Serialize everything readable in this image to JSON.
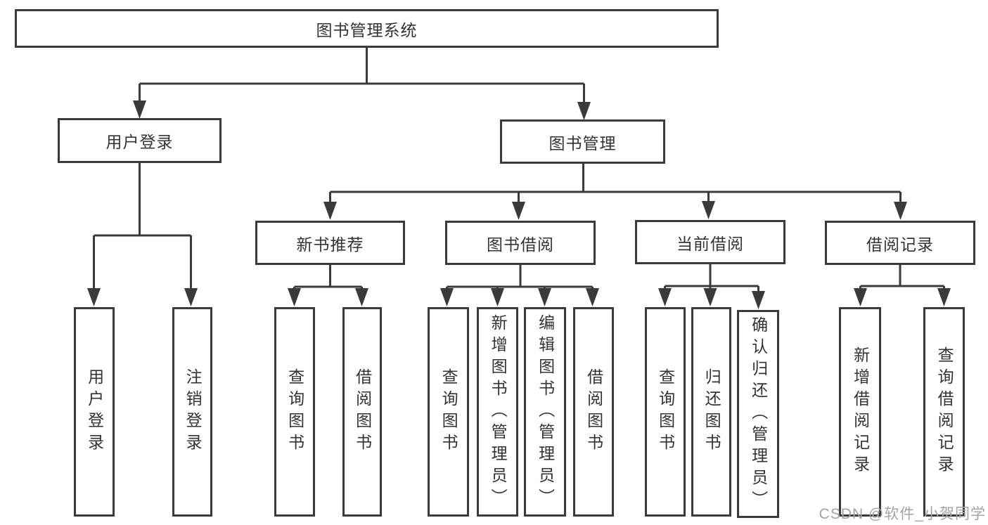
{
  "tree": {
    "root": {
      "label": "图书管理系统",
      "children": [
        {
          "label": "用户登录",
          "children": [
            {
              "label": "用户登录"
            },
            {
              "label": "注销登录"
            }
          ]
        },
        {
          "label": "图书管理",
          "children": [
            {
              "label": "新书推荐",
              "children": [
                {
                  "label": "查询图书"
                },
                {
                  "label": "借阅图书"
                }
              ]
            },
            {
              "label": "图书借阅",
              "children": [
                {
                  "label": "查询图书"
                },
                {
                  "label": "新增图书（管理员）"
                },
                {
                  "label": "编辑图书（管理员）"
                },
                {
                  "label": "借阅图书"
                }
              ]
            },
            {
              "label": "当前借阅",
              "children": [
                {
                  "label": "查询图书"
                },
                {
                  "label": "归还图书"
                },
                {
                  "label": "确认归还（管理员）"
                }
              ]
            },
            {
              "label": "借阅记录",
              "children": [
                {
                  "label": "新增借阅记录"
                },
                {
                  "label": "查询借阅记录"
                }
              ]
            }
          ]
        }
      ]
    }
  },
  "watermark": {
    "text": "CSDN @软件_小贺同学"
  },
  "colors": {
    "line": "#3a3a3a",
    "text": "#333333",
    "watermark": "#a3a3a3",
    "background": "#ffffff"
  }
}
